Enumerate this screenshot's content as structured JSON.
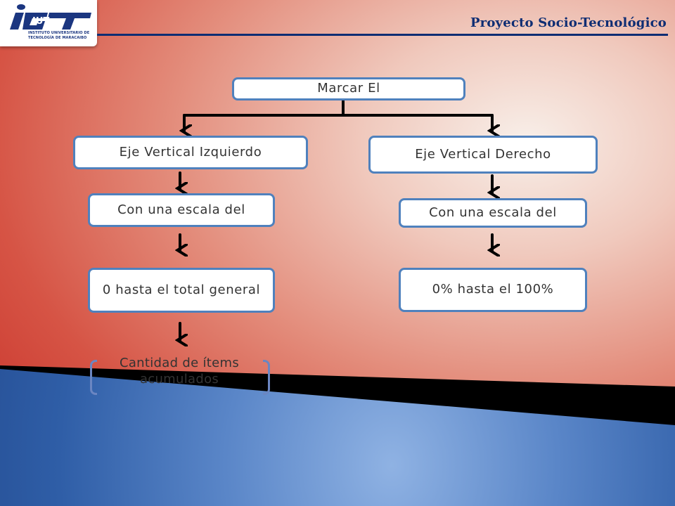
{
  "header": {
    "title": "Proyecto Socio-Tecnológico",
    "logo_text": "IUT",
    "logo_line1": "INSTITUTO UNIVERSITARIO DE",
    "logo_line2": "TECNOLOGÍA DE MARACAIBO"
  },
  "diagram": {
    "root": "Marcar El",
    "left": {
      "title": "Eje Vertical Izquierdo",
      "step1": "Con una escala del",
      "step2": "0 hasta el total general",
      "step3": "Cantidad de ítems acumulados"
    },
    "right": {
      "title": "Eje Vertical Derecho",
      "step1": "Con una escala del",
      "step2": "0% hasta el 100%"
    }
  },
  "colors": {
    "box_border": "#4f81bd",
    "arrow": "#000000",
    "header_blue": "#0e2d73"
  }
}
